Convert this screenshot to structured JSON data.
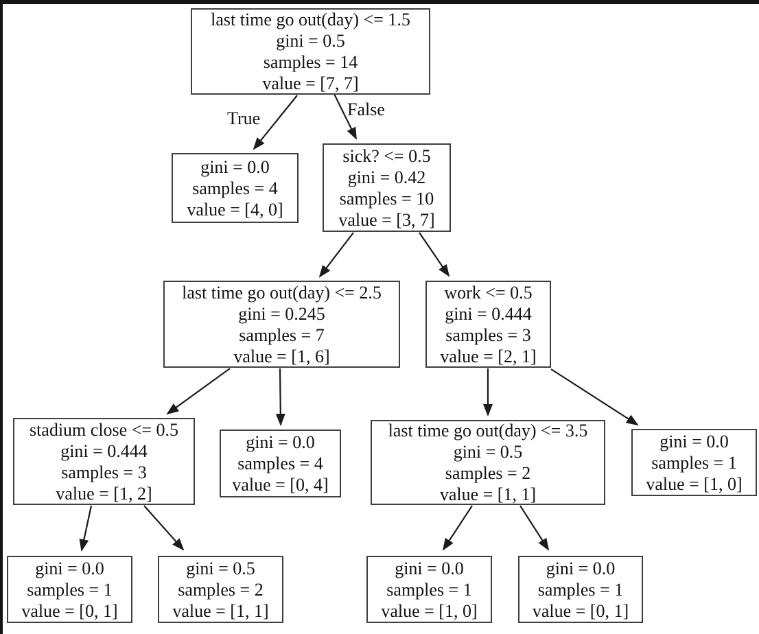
{
  "diagram_type": "decision-tree",
  "edge_labels": {
    "true_branch": "True",
    "false_branch": "False"
  },
  "nodes": {
    "root": {
      "condition": "last time go out(day) <= 1.5",
      "gini": "gini = 0.5",
      "samples": "samples = 14",
      "value": "value = [7, 7]"
    },
    "true_leaf": {
      "gini": "gini = 0.0",
      "samples": "samples = 4",
      "value": "value = [4, 0]"
    },
    "sick": {
      "condition": "sick? <= 0.5",
      "gini": "gini = 0.42",
      "samples": "samples = 10",
      "value": "value = [3, 7]"
    },
    "go_out_25": {
      "condition": "last time go out(day) <= 2.5",
      "gini": "gini = 0.245",
      "samples": "samples = 7",
      "value": "value = [1, 6]"
    },
    "work": {
      "condition": "work <= 0.5",
      "gini": "gini = 0.444",
      "samples": "samples = 3",
      "value": "value = [2, 1]"
    },
    "stadium_close": {
      "condition": "stadium close <= 0.5",
      "gini": "gini = 0.444",
      "samples": "samples = 3",
      "value": "value = [1, 2]"
    },
    "leaf_0_4": {
      "gini": "gini = 0.0",
      "samples": "samples = 4",
      "value": "value = [0, 4]"
    },
    "go_out_35": {
      "condition": "last time go out(day) <= 3.5",
      "gini": "gini = 0.5",
      "samples": "samples = 2",
      "value": "value = [1, 1]"
    },
    "leaf_1_0_right": {
      "gini": "gini = 0.0",
      "samples": "samples = 1",
      "value": "value = [1, 0]"
    },
    "leaf_0_1_a": {
      "gini": "gini = 0.0",
      "samples": "samples = 1",
      "value": "value = [0, 1]"
    },
    "leaf_1_1": {
      "gini": "gini = 0.5",
      "samples": "samples = 2",
      "value": "value = [1, 1]"
    },
    "leaf_1_0_b": {
      "gini": "gini = 0.0",
      "samples": "samples = 1",
      "value": "value = [1, 0]"
    },
    "leaf_0_1_b": {
      "gini": "gini = 0.0",
      "samples": "samples = 1",
      "value": "value = [0, 1]"
    }
  },
  "tree_edges": [
    {
      "from": "root",
      "to": "true_leaf",
      "label": "True"
    },
    {
      "from": "root",
      "to": "sick",
      "label": "False"
    },
    {
      "from": "sick",
      "to": "go_out_25",
      "label": ""
    },
    {
      "from": "sick",
      "to": "work",
      "label": ""
    },
    {
      "from": "go_out_25",
      "to": "stadium_close",
      "label": ""
    },
    {
      "from": "go_out_25",
      "to": "leaf_0_4",
      "label": ""
    },
    {
      "from": "work",
      "to": "go_out_35",
      "label": ""
    },
    {
      "from": "work",
      "to": "leaf_1_0_right",
      "label": ""
    },
    {
      "from": "stadium_close",
      "to": "leaf_0_1_a",
      "label": ""
    },
    {
      "from": "stadium_close",
      "to": "leaf_1_1",
      "label": ""
    },
    {
      "from": "go_out_35",
      "to": "leaf_1_0_b",
      "label": ""
    },
    {
      "from": "go_out_35",
      "to": "leaf_0_1_b",
      "label": ""
    }
  ],
  "colors": {
    "background": "#ffffff",
    "node_border": "#3f3f3f",
    "edge_stroke": "#1c1c1c",
    "text": "#141414",
    "frame": "#151515"
  }
}
